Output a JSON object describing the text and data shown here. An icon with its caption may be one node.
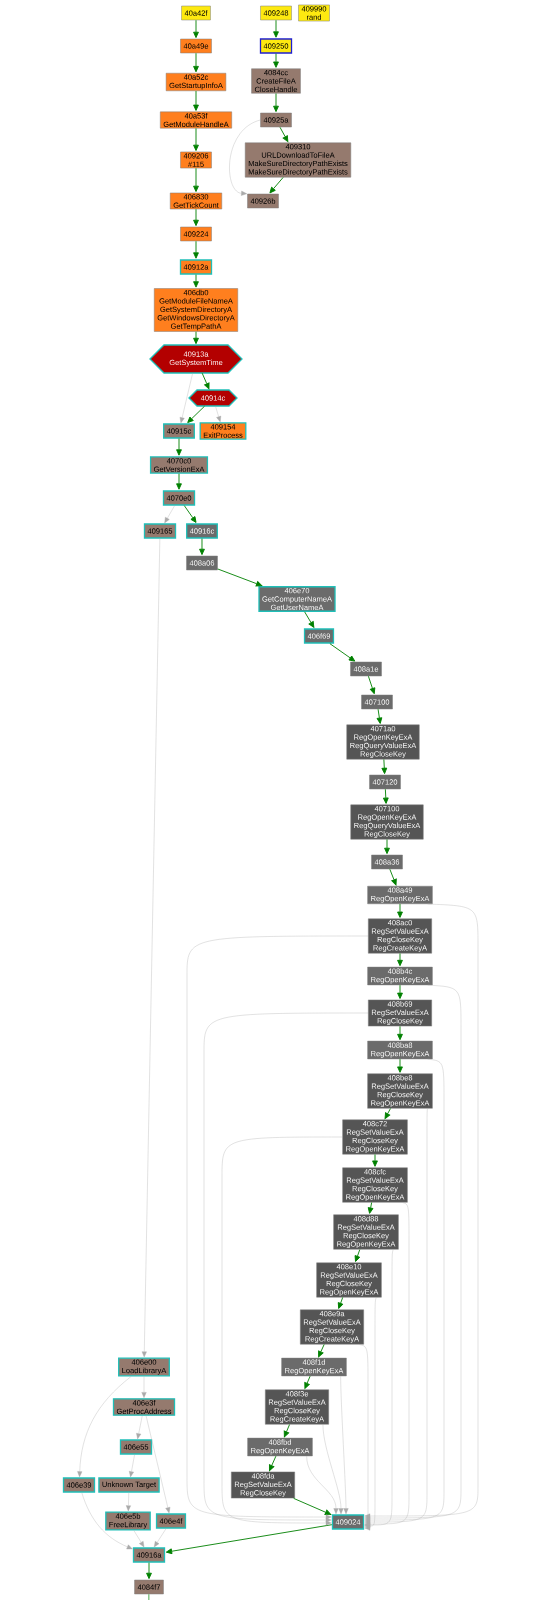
{
  "diagram": {
    "nodes": [
      {
        "text": [
          "40a42f"
        ]
      },
      {
        "text": [
          "409248"
        ]
      },
      {
        "text": [
          "409990",
          "rand"
        ]
      },
      {
        "text": [
          "40a49e"
        ]
      },
      {
        "text": [
          "409250"
        ]
      },
      {
        "text": [
          "40a52c",
          "GetStartupInfoA"
        ]
      },
      {
        "text": [
          "4084cc",
          "CreateFileA",
          "CloseHandle"
        ]
      },
      {
        "text": [
          "40a53f",
          "GetModuleHandleA"
        ]
      },
      {
        "text": [
          "40925a"
        ]
      },
      {
        "text": [
          "409206",
          "#115"
        ]
      },
      {
        "text": [
          "409310",
          "URLDownloadToFileA",
          "MakeSureDirectoryPathExists",
          "MakeSureDirectoryPathExists"
        ]
      },
      {
        "text": [
          "406830",
          "GetTickCount"
        ]
      },
      {
        "text": [
          "40926b"
        ]
      },
      {
        "text": [
          "409224"
        ]
      },
      {
        "text": [
          "40912a"
        ]
      },
      {
        "text": [
          "406db0",
          "GetModuleFileNameA",
          "GetSystemDirectoryA",
          "GetWindowsDirectoryA",
          "GetTempPathA"
        ]
      },
      {
        "text": [
          "40913a",
          "GetSystemTime"
        ]
      },
      {
        "text": [
          "40914c"
        ]
      },
      {
        "text": [
          "40915c"
        ]
      },
      {
        "text": [
          "409154",
          "ExitProcess"
        ]
      },
      {
        "text": [
          "4070c0",
          "GetVersionExA"
        ]
      },
      {
        "text": [
          "4070e0"
        ]
      },
      {
        "text": [
          "409165"
        ]
      },
      {
        "text": [
          "40916c"
        ]
      },
      {
        "text": [
          "408a06"
        ]
      },
      {
        "text": [
          "406e70",
          "GetComputerNameA",
          "GetUserNameA"
        ]
      },
      {
        "text": [
          "406f69"
        ]
      },
      {
        "text": [
          "408a1e"
        ]
      },
      {
        "text": [
          "407100"
        ]
      },
      {
        "text": [
          "4071a0",
          "RegOpenKeyExA",
          "RegQueryValueExA",
          "RegCloseKey"
        ]
      },
      {
        "text": [
          "407120"
        ]
      },
      {
        "text": [
          "407100",
          "RegOpenKeyExA",
          "RegQueryValueExA",
          "RegCloseKey"
        ]
      },
      {
        "text": [
          "408a36"
        ]
      },
      {
        "text": [
          "408a49",
          "RegOpenKeyExA"
        ]
      },
      {
        "text": [
          "408ac0",
          "RegSetValueExA",
          "RegCloseKey",
          "RegCreateKeyA"
        ]
      },
      {
        "text": [
          "408b4c",
          "RegOpenKeyExA"
        ]
      },
      {
        "text": [
          "408b69",
          "RegSetValueExA",
          "RegCloseKey"
        ]
      },
      {
        "text": [
          "408ba8",
          "RegOpenKeyExA"
        ]
      },
      {
        "text": [
          "408be8",
          "RegSetValueExA",
          "RegCloseKey",
          "RegOpenKeyExA"
        ]
      },
      {
        "text": [
          "408c72",
          "RegSetValueExA",
          "RegCloseKey",
          "RegOpenKeyExA"
        ]
      },
      {
        "text": [
          "408cfc",
          "RegSetValueExA",
          "RegCloseKey",
          "RegOpenKeyExA"
        ]
      },
      {
        "text": [
          "408d88",
          "RegSetValueExA",
          "RegCloseKey",
          "RegOpenKeyExA"
        ]
      },
      {
        "text": [
          "408e10",
          "RegSetValueExA",
          "RegCloseKey",
          "RegOpenKeyExA"
        ]
      },
      {
        "text": [
          "408e9a",
          "RegSetValueExA",
          "RegCloseKey",
          "RegCreateKeyA"
        ]
      },
      {
        "text": [
          "406e00",
          "LoadLibraryA"
        ]
      },
      {
        "text": [
          "408f1d",
          "RegOpenKeyExA"
        ]
      },
      {
        "text": [
          "406e3f",
          "GetProcAddress"
        ]
      },
      {
        "text": [
          "408f3e",
          "RegSetValueExA",
          "RegCloseKey",
          "RegCreateKeyA"
        ]
      },
      {
        "text": [
          "406e55"
        ]
      },
      {
        "text": [
          "408fbd",
          "RegOpenKeyExA"
        ]
      },
      {
        "text": [
          "406e39"
        ]
      },
      {
        "text": [
          "Unknown Target"
        ]
      },
      {
        "text": [
          "408fda",
          "RegSetValueExA",
          "RegCloseKey"
        ]
      },
      {
        "text": [
          "406e5b",
          "FreeLibrary"
        ]
      },
      {
        "text": [
          "406e4f"
        ]
      },
      {
        "text": [
          "409024"
        ]
      },
      {
        "text": [
          "40916a"
        ]
      },
      {
        "text": [
          "4084f7"
        ]
      }
    ],
    "edges": [
      {
        "from": 0,
        "to": 3,
        "arrow": "to"
      },
      {
        "from": 3,
        "to": 5,
        "arrow": "to"
      },
      {
        "from": 5,
        "to": 7,
        "arrow": "to"
      },
      {
        "from": 7,
        "to": 9,
        "arrow": "to"
      },
      {
        "from": 9,
        "to": 11,
        "arrow": "to"
      },
      {
        "from": 11,
        "to": 13,
        "arrow": "to"
      },
      {
        "from": 13,
        "to": 14,
        "arrow": "to"
      },
      {
        "from": 14,
        "to": 15,
        "arrow": "to"
      },
      {
        "from": 15,
        "to": 16,
        "arrow": "to"
      },
      {
        "from": 16,
        "to": 17,
        "arrow": "to"
      },
      {
        "from": 17,
        "to": 18,
        "arrow": "to"
      },
      {
        "from": 18,
        "to": 20,
        "arrow": "to"
      },
      {
        "from": 20,
        "to": 21,
        "arrow": "to"
      },
      {
        "from": 21,
        "to": 23,
        "arrow": "to"
      },
      {
        "from": 23,
        "to": 24,
        "arrow": "to"
      },
      {
        "from": 24,
        "to": 25,
        "arrow": "to"
      },
      {
        "from": 25,
        "to": 26,
        "arrow": "to"
      },
      {
        "from": 26,
        "to": 27,
        "arrow": "to"
      },
      {
        "from": 27,
        "to": 28,
        "arrow": "to"
      },
      {
        "from": 28,
        "to": 29,
        "arrow": "to"
      },
      {
        "from": 29,
        "to": 30,
        "arrow": "to"
      },
      {
        "from": 30,
        "to": 31,
        "arrow": "to"
      },
      {
        "from": 31,
        "to": 32,
        "arrow": "to"
      },
      {
        "from": 32,
        "to": 33,
        "arrow": "to"
      },
      {
        "from": 33,
        "to": 34,
        "arrow": "to"
      },
      {
        "from": 34,
        "to": 35,
        "arrow": "to"
      },
      {
        "from": 35,
        "to": 36,
        "arrow": "to"
      },
      {
        "from": 36,
        "to": 37,
        "arrow": "to"
      },
      {
        "from": 37,
        "to": 38,
        "arrow": "to"
      },
      {
        "from": 38,
        "to": 39,
        "arrow": "to"
      },
      {
        "from": 39,
        "to": 40,
        "arrow": "to"
      },
      {
        "from": 40,
        "to": 41,
        "arrow": "to"
      },
      {
        "from": 41,
        "to": 42,
        "arrow": "to"
      },
      {
        "from": 42,
        "to": 43,
        "arrow": "to"
      },
      {
        "from": 43,
        "to": 45,
        "arrow": "to"
      },
      {
        "from": 45,
        "to": 47,
        "arrow": "to"
      },
      {
        "from": 47,
        "to": 49,
        "arrow": "to"
      },
      {
        "from": 49,
        "to": 52,
        "arrow": "to"
      },
      {
        "from": 52,
        "to": 55,
        "arrow": "to"
      },
      {
        "from": 55,
        "to": 56,
        "arrow": "to"
      },
      {
        "from": 56,
        "to": 57,
        "arrow": "to"
      },
      {
        "from": 57,
        "to": null,
        "arrow": "none"
      },
      {
        "from": 1,
        "to": 4,
        "arrow": "to"
      },
      {
        "from": 4,
        "to": 6,
        "arrow": "to"
      },
      {
        "from": 6,
        "to": 8,
        "arrow": "to"
      },
      {
        "from": 8,
        "to": 10,
        "arrow": "to"
      },
      {
        "from": 10,
        "to": 12,
        "arrow": "to"
      },
      {
        "from": 8,
        "to": 12,
        "arrow": "to",
        "color": "#aaaaaa"
      },
      {
        "from": 16,
        "to": 18,
        "arrow": "to",
        "color": "#aaaaaa"
      },
      {
        "from": 17,
        "to": 19,
        "arrow": "to",
        "color": "#aaaaaa"
      },
      {
        "from": 21,
        "to": 22,
        "arrow": "to",
        "color": "#aaaaaa"
      },
      {
        "from": 22,
        "to": 44,
        "arrow": "to",
        "color": "#aaaaaa"
      },
      {
        "from": 44,
        "to": 46,
        "arrow": "to",
        "color": "#aaaaaa"
      },
      {
        "from": 44,
        "to": 50,
        "arrow": "to",
        "color": "#aaaaaa"
      },
      {
        "from": 46,
        "to": 48,
        "arrow": "to",
        "color": "#aaaaaa"
      },
      {
        "from": 46,
        "to": 54,
        "arrow": "to",
        "color": "#aaaaaa"
      },
      {
        "from": 48,
        "to": 51,
        "arrow": "to",
        "color": "#aaaaaa"
      },
      {
        "from": 51,
        "to": 53,
        "arrow": "to",
        "color": "#aaaaaa"
      },
      {
        "from": 53,
        "to": 56,
        "arrow": "to",
        "color": "#aaaaaa"
      },
      {
        "from": 54,
        "to": 56,
        "arrow": "to",
        "color": "#aaaaaa"
      },
      {
        "from": 50,
        "to": 56,
        "arrow": "to",
        "color": "#aaaaaa"
      },
      {
        "from": 33,
        "to": 55,
        "arrow": "to",
        "color": "#aaaaaa"
      },
      {
        "from": 34,
        "to": 55,
        "arrow": "to",
        "color": "#aaaaaa"
      },
      {
        "from": 35,
        "to": 55,
        "arrow": "to",
        "color": "#aaaaaa"
      },
      {
        "from": 36,
        "to": 55,
        "arrow": "to",
        "color": "#aaaaaa"
      },
      {
        "from": 37,
        "to": 55,
        "arrow": "to",
        "color": "#aaaaaa"
      },
      {
        "from": 38,
        "to": 55,
        "arrow": "to",
        "color": "#aaaaaa"
      },
      {
        "from": 39,
        "to": 55,
        "arrow": "to",
        "color": "#aaaaaa"
      },
      {
        "from": 40,
        "to": 55,
        "arrow": "to",
        "color": "#aaaaaa"
      },
      {
        "from": 41,
        "to": 55,
        "arrow": "to",
        "color": "#aaaaaa"
      },
      {
        "from": 42,
        "to": 55,
        "arrow": "to",
        "color": "#aaaaaa"
      },
      {
        "from": 43,
        "to": 55,
        "arrow": "to",
        "color": "#aaaaaa"
      },
      {
        "from": 45,
        "to": 55,
        "arrow": "to",
        "color": "#aaaaaa"
      },
      {
        "from": 47,
        "to": 55,
        "arrow": "to",
        "color": "#aaaaaa"
      },
      {
        "from": 49,
        "to": 55,
        "arrow": "to",
        "color": "#aaaaaa"
      }
    ]
  }
}
